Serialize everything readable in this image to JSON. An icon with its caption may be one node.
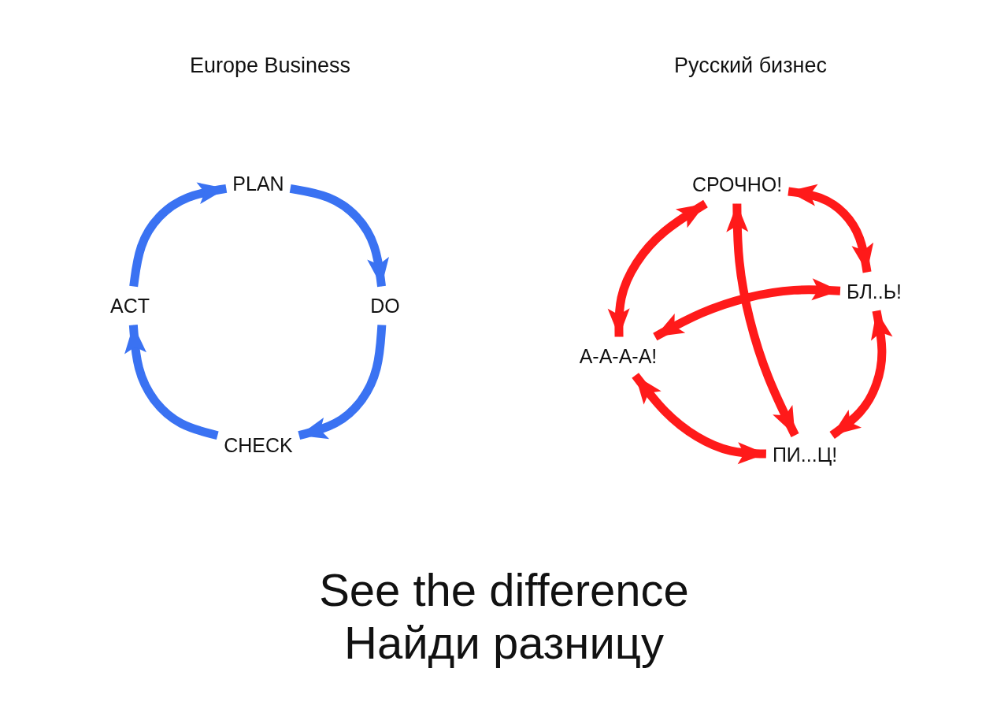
{
  "diagram": {
    "nodes": [
      {
        "text": [
          "PLAN"
        ]
      },
      {
        "text": [
          "DO"
        ]
      },
      {
        "text": [
          "CHECK"
        ]
      },
      {
        "text": [
          "ACT"
        ]
      },
      {
        "text": [
          "СРОЧНО!"
        ]
      },
      {
        "text": [
          "БЛ..Ь!"
        ]
      },
      {
        "text": [
          "А-А-А-А!"
        ]
      },
      {
        "text": [
          "ПИ...Ц!"
        ]
      }
    ],
    "edges": [
      {
        "from": 0,
        "to": 1,
        "arrow": "to",
        "color": "#3a72f2"
      },
      {
        "from": 1,
        "to": 2,
        "arrow": "to",
        "color": "#3a72f2"
      },
      {
        "from": 2,
        "to": 3,
        "arrow": "to",
        "color": "#3a72f2"
      },
      {
        "from": 3,
        "to": 0,
        "arrow": "to",
        "color": "#3a72f2"
      },
      {
        "from": 4,
        "to": 6,
        "arrow": "both"
      },
      {
        "from": 4,
        "to": 5,
        "arrow": "both"
      },
      {
        "from": 5,
        "to": 7,
        "arrow": "both"
      },
      {
        "from": 6,
        "to": 7,
        "arrow": "both"
      },
      {
        "from": 4,
        "to": 7,
        "arrow": "both"
      },
      {
        "from": 6,
        "to": 5,
        "arrow": "both"
      }
    ],
    "labels": [
      "Europe Business",
      "Русский бизнес",
      "See the difference",
      "Найди разницу"
    ]
  }
}
